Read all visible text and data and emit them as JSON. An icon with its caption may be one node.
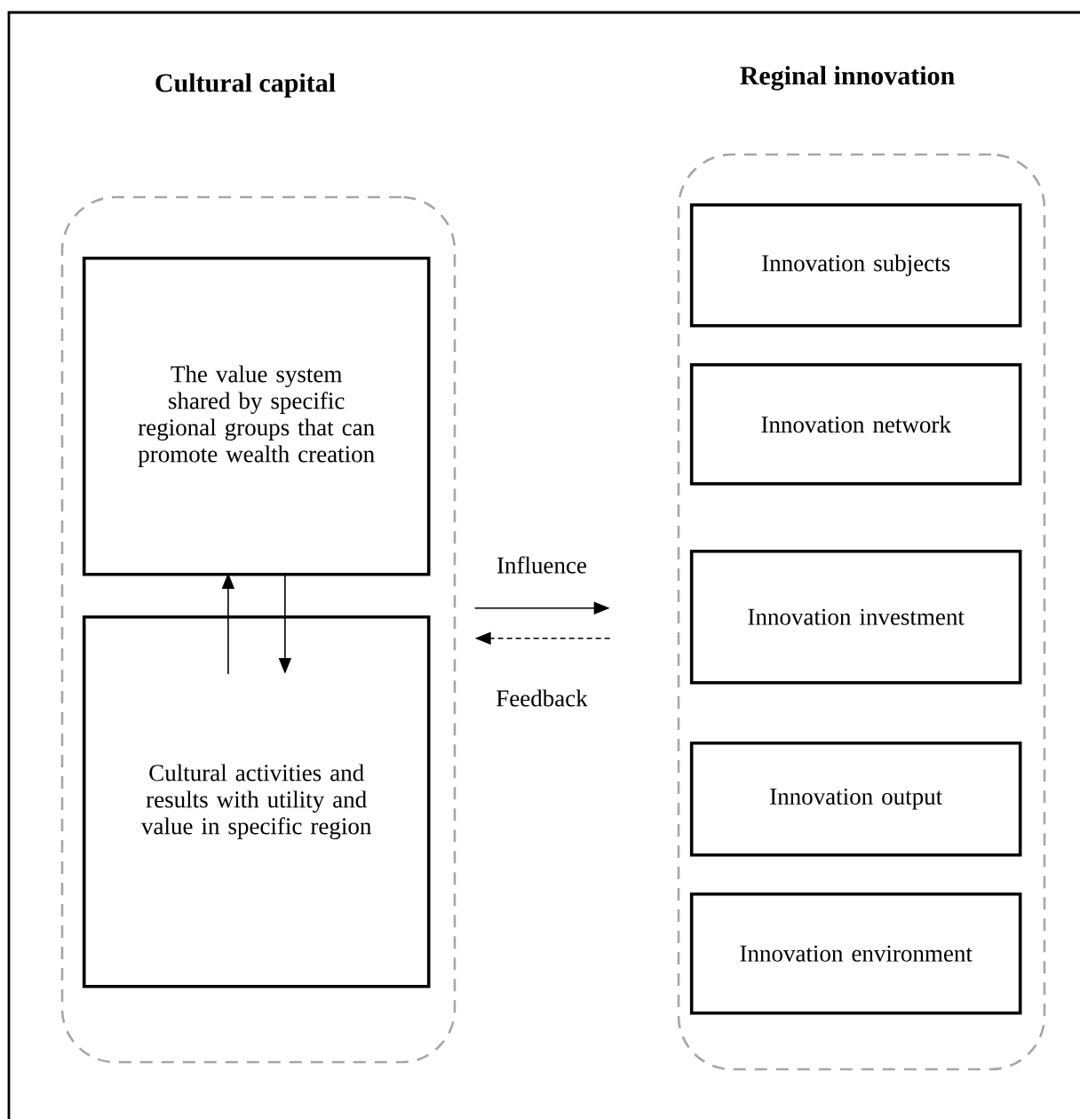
{
  "diagram": {
    "nodes": [
      {
        "text": [
          "Cultural capital"
        ]
      },
      {
        "text": [
          "The value system shared by specific regional groups that can promote wealth creation"
        ],
        "in": 0
      },
      {
        "text": [
          "Cultural activities and results with utility and value in specific region"
        ],
        "in": 0
      },
      {
        "text": [
          "Reginal innovation"
        ]
      },
      {
        "text": [
          "Innovation subjects"
        ],
        "in": 3
      },
      {
        "text": [
          "Innovation network"
        ],
        "in": 3
      },
      {
        "text": [
          "Innovation investment"
        ],
        "in": 3
      },
      {
        "text": [
          "Innovation output"
        ],
        "in": 3
      },
      {
        "text": [
          "Innovation environment"
        ],
        "in": 3
      }
    ],
    "edges": [
      {
        "from": 2,
        "to": 1,
        "arrow": "to"
      },
      {
        "from": 1,
        "to": 2,
        "arrow": "to"
      },
      {
        "from": 0,
        "to": 3,
        "arrow": "to",
        "label": "Influence"
      },
      {
        "from": 3,
        "to": 0,
        "arrow": "to",
        "label": "Feedback",
        "style": "dashed"
      }
    ]
  }
}
